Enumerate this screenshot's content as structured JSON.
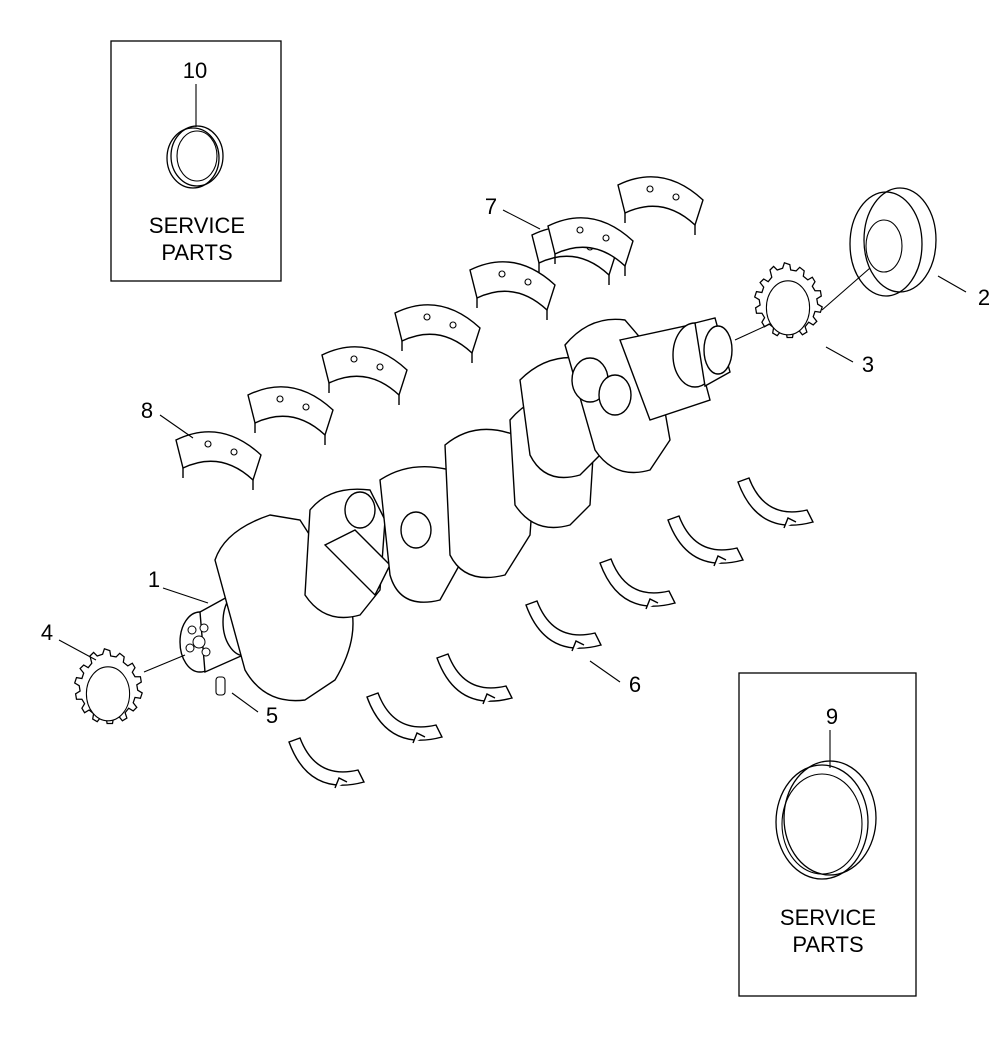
{
  "diagram": {
    "callouts": [
      "1",
      "2",
      "3",
      "4",
      "5",
      "6",
      "7",
      "8",
      "9",
      "10"
    ],
    "service_box_top": [
      "SERVICE",
      "PARTS"
    ],
    "service_box_bottom": [
      "SERVICE",
      "PARTS"
    ]
  }
}
